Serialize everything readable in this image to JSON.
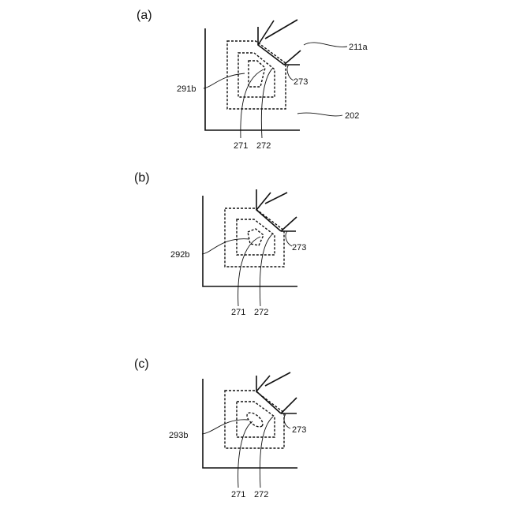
{
  "panels": [
    {
      "letter": "(a)",
      "inner_label": "291b",
      "label_271": "271",
      "label_272": "272",
      "label_273": "273",
      "label_211a": "211a",
      "label_202": "202"
    },
    {
      "letter": "(b)",
      "inner_label": "292b",
      "label_271": "271",
      "label_272": "272",
      "label_273": "273"
    },
    {
      "letter": "(c)",
      "inner_label": "293b",
      "label_271": "271",
      "label_272": "272",
      "label_273": "273"
    }
  ]
}
